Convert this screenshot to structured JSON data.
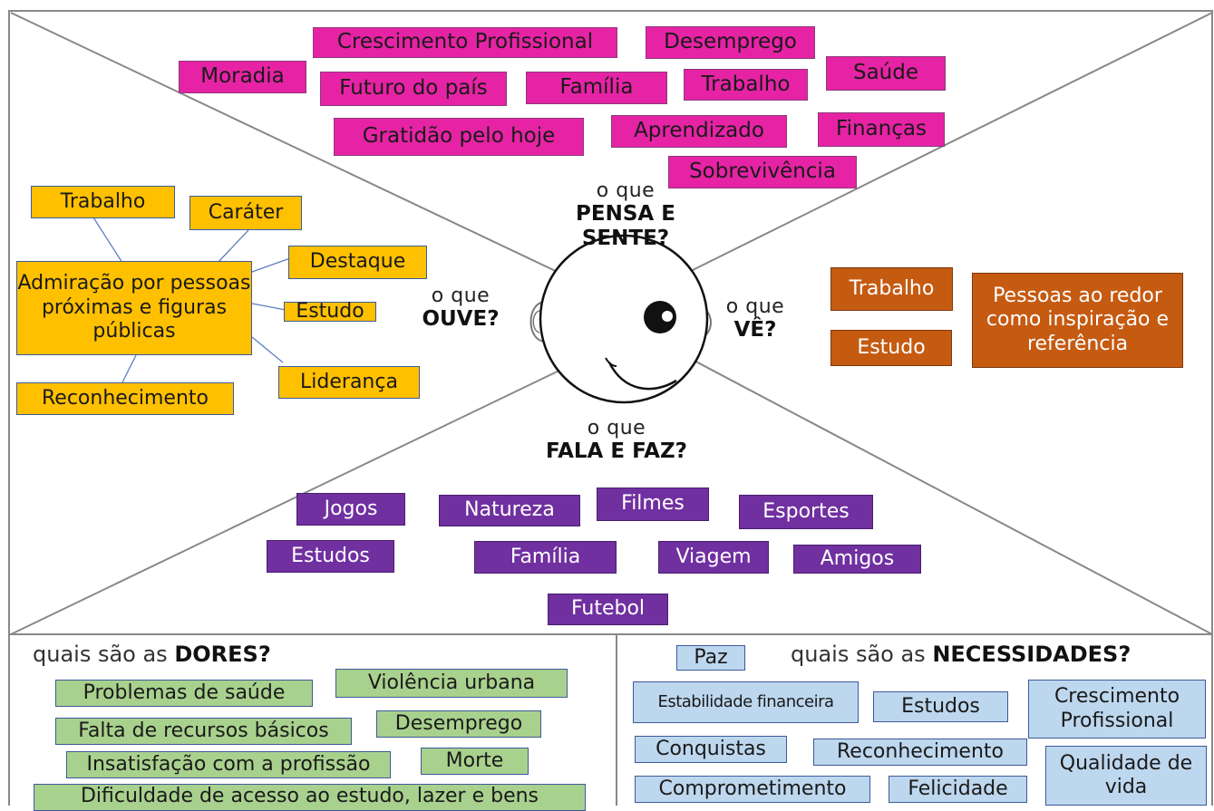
{
  "prompts": {
    "think": {
      "small": "o que",
      "big": "PENSA E SENTE?"
    },
    "hear": {
      "small": "o que",
      "big": "OUVE?"
    },
    "see": {
      "small": "o que",
      "big": "VÊ?"
    },
    "say": {
      "small": "o que",
      "big": "FALA E FAZ?"
    }
  },
  "think_notes": [
    "Crescimento Profissional",
    "Desemprego",
    "Moradia",
    "Futuro do país",
    "Família",
    "Trabalho",
    "Saúde",
    "Gratidão pelo hoje",
    "Aprendizado",
    "Finanças",
    "Sobrevivência"
  ],
  "hear_center": "Admiração por pessoas próximas e figuras públicas",
  "hear_notes": [
    "Trabalho",
    "Caráter",
    "Destaque",
    "Estudo",
    "Liderança",
    "Reconhecimento"
  ],
  "see_notes": [
    "Trabalho",
    "Estudo",
    "Pessoas ao redor como inspiração e referência"
  ],
  "say_notes": [
    "Jogos",
    "Natureza",
    "Filmes",
    "Esportes",
    "Estudos",
    "Família",
    "Viagem",
    "Amigos",
    "Futebol"
  ],
  "pains": {
    "title_prefix": "quais são as ",
    "title_bold": "DORES?",
    "notes": [
      "Problemas de saúde",
      "Violência urbana",
      "Falta de recursos básicos",
      "Desemprego",
      "Insatisfação com a profissão",
      "Morte",
      "Dificuldade de acesso ao estudo, lazer e bens"
    ]
  },
  "needs": {
    "title_prefix": "quais são as ",
    "title_bold": "NECESSIDADES?",
    "notes": [
      "Paz",
      "Estabilidade financeira",
      "Estudos",
      "Crescimento Profissional",
      "Conquistas",
      "Reconhecimento",
      "Qualidade de vida",
      "Comprometimento",
      "Felicidade"
    ]
  },
  "colors": {
    "think": "#e623a5",
    "hear": "#ffc000",
    "see": "#c55a11",
    "say": "#7030a0",
    "pains": "#a9d18e",
    "needs": "#bdd7ee"
  }
}
